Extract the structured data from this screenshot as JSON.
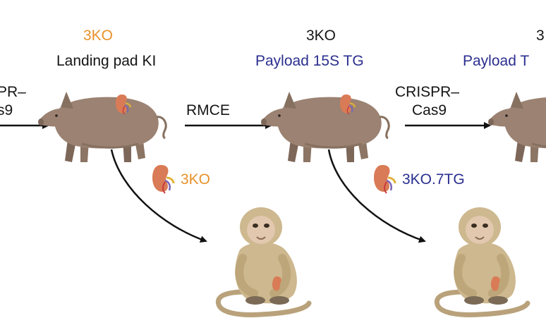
{
  "stages": [
    {
      "line1": "3KO",
      "line2": "Landing pad KI",
      "line1_color": "#e8922b",
      "line2_color": "#151515"
    },
    {
      "line1": "3KO",
      "line2": "Payload 15S TG",
      "line1_color": "#151515",
      "line2_color": "#2b2f8f"
    },
    {
      "line1": "3",
      "line2": "Payload T",
      "line1_color": "#151515",
      "line2_color": "#2b2f8f"
    }
  ],
  "arrows": [
    {
      "label_line1": "PR–",
      "label_line2": "s9"
    },
    {
      "label_line1": "RMCE",
      "label_line2": ""
    },
    {
      "label_line1": "CRISPR–",
      "label_line2": "Cas9"
    }
  ],
  "grafts": [
    {
      "label": "3KO",
      "color": "#e8922b"
    },
    {
      "label": "3KO.7TG",
      "color": "#2b2f8f"
    }
  ],
  "icons": [
    "pig-icon",
    "kidney-icon",
    "monkey-icon",
    "arrow-icon"
  ]
}
